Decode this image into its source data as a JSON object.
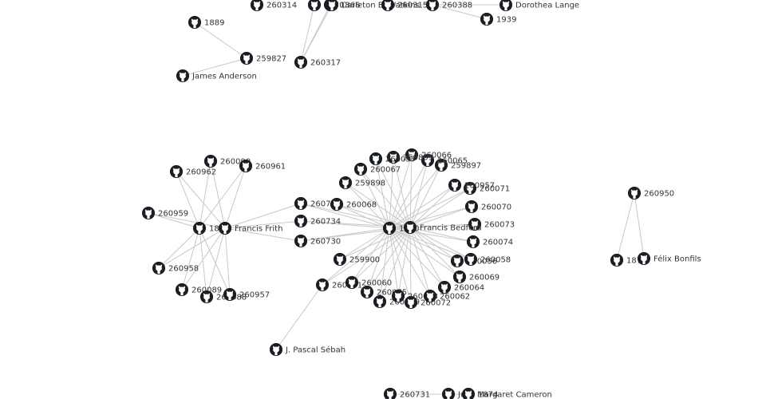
{
  "graph": {
    "edge_color": "#c8c8c8",
    "node_color": "#1b1f23",
    "label_color": "#333333",
    "icon": "github-icon",
    "nodes": [
      {
        "id": "n260314",
        "label": "260314"
      },
      {
        "id": "n1870",
        "label": "1870"
      },
      {
        "id": "n1866",
        "label": "1866"
      },
      {
        "id": "nCarleton",
        "label": "Carleton E. Watkins"
      },
      {
        "id": "n260315",
        "label": "260315"
      },
      {
        "id": "n260388",
        "label": "260388"
      },
      {
        "id": "nLange",
        "label": "Dorothea Lange"
      },
      {
        "id": "n1939",
        "label": "1939"
      },
      {
        "id": "n1889",
        "label": "1889"
      },
      {
        "id": "n259827",
        "label": "259827"
      },
      {
        "id": "n260317",
        "label": "260317"
      },
      {
        "id": "nAnderson",
        "label": "James Anderson"
      },
      {
        "id": "n260962",
        "label": "260962"
      },
      {
        "id": "n260090",
        "label": "260090"
      },
      {
        "id": "n260961",
        "label": "260961"
      },
      {
        "id": "n260959",
        "label": "260959"
      },
      {
        "id": "n1859",
        "label": "1859"
      },
      {
        "id": "nFrith",
        "label": "Francis Frith"
      },
      {
        "id": "n260958",
        "label": "260958"
      },
      {
        "id": "n260089",
        "label": "260089"
      },
      {
        "id": "n260088",
        "label": "260088"
      },
      {
        "id": "n260957a",
        "label": "260957"
      },
      {
        "id": "n260733",
        "label": "260733"
      },
      {
        "id": "n260068",
        "label": "260068"
      },
      {
        "id": "n260734",
        "label": "260734"
      },
      {
        "id": "n260730",
        "label": "260730"
      },
      {
        "id": "n259900",
        "label": "259900"
      },
      {
        "id": "n260061",
        "label": "260061"
      },
      {
        "id": "n260060",
        "label": "260060"
      },
      {
        "id": "n260075",
        "label": "260075"
      },
      {
        "id": "n260059",
        "label": "260059"
      },
      {
        "id": "n260063",
        "label": "260063"
      },
      {
        "id": "n260072",
        "label": "260072"
      },
      {
        "id": "n260062",
        "label": "260062"
      },
      {
        "id": "n260064",
        "label": "260064"
      },
      {
        "id": "n260069",
        "label": "260069"
      },
      {
        "id": "n260056",
        "label": "260056"
      },
      {
        "id": "n260058",
        "label": "260058"
      },
      {
        "id": "n260074",
        "label": "260074"
      },
      {
        "id": "n260073",
        "label": "260073"
      },
      {
        "id": "n260070",
        "label": "260070"
      },
      {
        "id": "n260071",
        "label": "260071"
      },
      {
        "id": "n260957b",
        "label": "260957"
      },
      {
        "id": "n259897",
        "label": "259897"
      },
      {
        "id": "n260065",
        "label": "260065"
      },
      {
        "id": "n260066",
        "label": "260066"
      },
      {
        "id": "n259899",
        "label": "259899"
      },
      {
        "id": "n260067",
        "label": "260067"
      },
      {
        "id": "n260057",
        "label": "260057"
      },
      {
        "id": "n259898",
        "label": "259898"
      },
      {
        "id": "n1870b",
        "label": "1870"
      },
      {
        "id": "nBedford",
        "label": "Francis Bedford"
      },
      {
        "id": "nSebah",
        "label": "J. Pascal Sébah"
      },
      {
        "id": "n260950",
        "label": "260950"
      },
      {
        "id": "n1872",
        "label": "1872"
      },
      {
        "id": "nBonfils",
        "label": "Félix Bonfils"
      },
      {
        "id": "n260731",
        "label": "260731"
      },
      {
        "id": "nCameron",
        "label": "Julia Margaret Cameron"
      },
      {
        "id": "n1874",
        "label": "1874"
      }
    ],
    "edges": [
      [
        "n1866",
        "n260317"
      ],
      [
        "nCarleton",
        "n260317"
      ],
      [
        "n1870",
        "n260317"
      ],
      [
        "n260315",
        "n260388"
      ],
      [
        "n260388",
        "nLange"
      ],
      [
        "n260388",
        "n1939"
      ],
      [
        "n1889",
        "n259827"
      ],
      [
        "nAnderson",
        "n259827"
      ],
      [
        "n260962",
        "n1859"
      ],
      [
        "n260962",
        "nFrith"
      ],
      [
        "n260090",
        "n1859"
      ],
      [
        "n260090",
        "nFrith"
      ],
      [
        "n260961",
        "n1859"
      ],
      [
        "n260961",
        "nFrith"
      ],
      [
        "n260959",
        "n1859"
      ],
      [
        "n260959",
        "nFrith"
      ],
      [
        "n260958",
        "n1859"
      ],
      [
        "n260958",
        "nFrith"
      ],
      [
        "n260089",
        "n1859"
      ],
      [
        "n260089",
        "nFrith"
      ],
      [
        "n260088",
        "n1859"
      ],
      [
        "n260088",
        "nFrith"
      ],
      [
        "n260957a",
        "n1859"
      ],
      [
        "n260957a",
        "nFrith"
      ],
      [
        "n260733",
        "nFrith"
      ],
      [
        "n260734",
        "nFrith"
      ],
      [
        "n260730",
        "nFrith"
      ],
      [
        "n260733",
        "nBedford"
      ],
      [
        "n260734",
        "nBedford"
      ],
      [
        "n260730",
        "nBedford"
      ],
      [
        "n260733",
        "n1870b"
      ],
      [
        "n260734",
        "n1870b"
      ],
      [
        "n260730",
        "n1870b"
      ],
      [
        "n260068",
        "n1870b"
      ],
      [
        "n260068",
        "nBedford"
      ],
      [
        "n259900",
        "n1870b"
      ],
      [
        "n259900",
        "nBedford"
      ],
      [
        "n260061",
        "n1870b"
      ],
      [
        "n260061",
        "nBedford"
      ],
      [
        "n260060",
        "n1870b"
      ],
      [
        "n260060",
        "nBedford"
      ],
      [
        "n260075",
        "n1870b"
      ],
      [
        "n260075",
        "nBedford"
      ],
      [
        "n260059",
        "n1870b"
      ],
      [
        "n260059",
        "nBedford"
      ],
      [
        "n260063",
        "n1870b"
      ],
      [
        "n260063",
        "nBedford"
      ],
      [
        "n260072",
        "n1870b"
      ],
      [
        "n260072",
        "nBedford"
      ],
      [
        "n260062",
        "n1870b"
      ],
      [
        "n260062",
        "nBedford"
      ],
      [
        "n260064",
        "n1870b"
      ],
      [
        "n260064",
        "nBedford"
      ],
      [
        "n260069",
        "n1870b"
      ],
      [
        "n260069",
        "nBedford"
      ],
      [
        "n260056",
        "n1870b"
      ],
      [
        "n260056",
        "nBedford"
      ],
      [
        "n260058",
        "n1870b"
      ],
      [
        "n260058",
        "nBedford"
      ],
      [
        "n260074",
        "n1870b"
      ],
      [
        "n260074",
        "nBedford"
      ],
      [
        "n260073",
        "n1870b"
      ],
      [
        "n260073",
        "nBedford"
      ],
      [
        "n260070",
        "n1870b"
      ],
      [
        "n260070",
        "nBedford"
      ],
      [
        "n260071",
        "n1870b"
      ],
      [
        "n260071",
        "nBedford"
      ],
      [
        "n260957b",
        "n1870b"
      ],
      [
        "n260957b",
        "nBedford"
      ],
      [
        "n259897",
        "n1870b"
      ],
      [
        "n259897",
        "nBedford"
      ],
      [
        "n260065",
        "n1870b"
      ],
      [
        "n260065",
        "nBedford"
      ],
      [
        "n260066",
        "n1870b"
      ],
      [
        "n260066",
        "nBedford"
      ],
      [
        "n259899",
        "n1870b"
      ],
      [
        "n259899",
        "nBedford"
      ],
      [
        "n260067",
        "n1870b"
      ],
      [
        "n260067",
        "nBedford"
      ],
      [
        "n260057",
        "n1870b"
      ],
      [
        "n260057",
        "nBedford"
      ],
      [
        "n259898",
        "n1870b"
      ],
      [
        "n259898",
        "nBedford"
      ],
      [
        "n260061",
        "nSebah"
      ],
      [
        "n260950",
        "n1872"
      ],
      [
        "n260950",
        "nBonfils"
      ],
      [
        "n260731",
        "nCameron"
      ],
      [
        "n260731",
        "n1874"
      ]
    ]
  }
}
